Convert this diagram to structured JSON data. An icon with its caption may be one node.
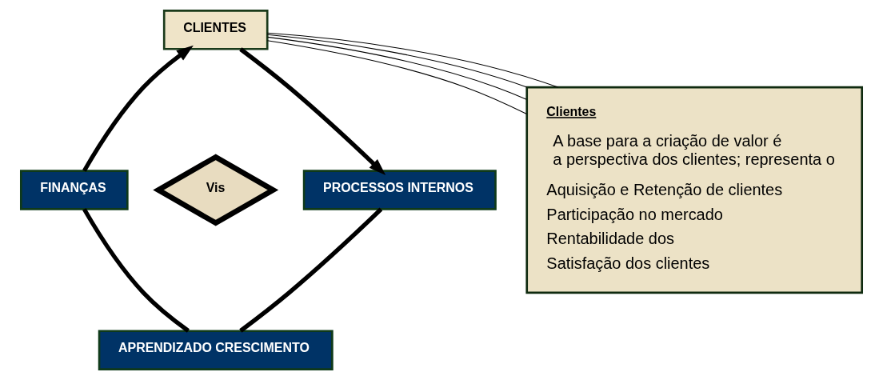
{
  "diagram": {
    "nodes": [
      {
        "text": [
          "CLIENTES"
        ]
      },
      {
        "text": [
          "FINANÇAS"
        ]
      },
      {
        "text": [
          "Vis"
        ]
      },
      {
        "text": [
          "PROCESSOS INTERNOS"
        ]
      },
      {
        "text": [
          "APRENDIZADO CRESCIMENTO"
        ]
      },
      {
        "text": [
          "Clientes",
          "A base para a criação de valor é a perspectiva dos clientes; representa o",
          "Aquisição e Retenção de clientes",
          "Participação no mercado",
          "Rentabilidade dos",
          "Satisfação dos clientes"
        ]
      }
    ],
    "edges": [
      {
        "from": 1,
        "to": 0,
        "arrow": "to",
        "style": "thick"
      },
      {
        "from": 0,
        "to": 3,
        "arrow": "to",
        "style": "thick"
      },
      {
        "from": 3,
        "to": 4,
        "arrow": "none",
        "style": "thick"
      },
      {
        "from": 4,
        "to": 1,
        "arrow": "none",
        "style": "thick"
      },
      {
        "from": 0,
        "to": 5,
        "arrow": "none"
      },
      {
        "from": 0,
        "to": 5,
        "arrow": "none"
      },
      {
        "from": 0,
        "to": 5,
        "arrow": "none"
      },
      {
        "from": 0,
        "to": 5,
        "arrow": "none"
      }
    ]
  }
}
